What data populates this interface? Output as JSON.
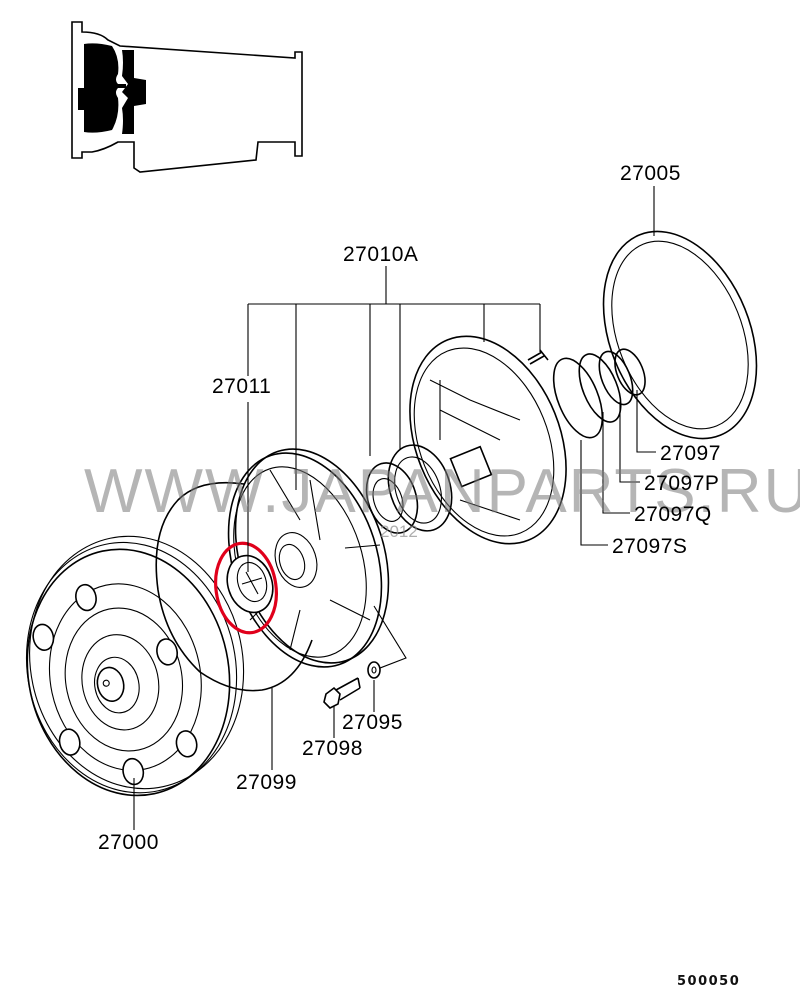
{
  "diagram": {
    "title_ref_code": "500050",
    "watermark": "WWW.JAPANPARTS.RU",
    "watermark_year": "2012",
    "highlight_color": "#e0001b",
    "highlighted_part": "27011",
    "parts": [
      {
        "id": "27000",
        "name": "torque-converter"
      },
      {
        "id": "27005",
        "name": "gasket"
      },
      {
        "id": "27010A",
        "name": "oil-pump-assembly"
      },
      {
        "id": "27011",
        "name": "oil-seal"
      },
      {
        "id": "27095",
        "name": "washer"
      },
      {
        "id": "27097",
        "name": "seal-ring"
      },
      {
        "id": "27097P",
        "name": "seal-ring-p"
      },
      {
        "id": "27097Q",
        "name": "seal-ring-q"
      },
      {
        "id": "27097S",
        "name": "seal-ring-s"
      },
      {
        "id": "27098",
        "name": "bolt"
      },
      {
        "id": "27099",
        "name": "o-ring"
      }
    ]
  },
  "labels": {
    "p27005": "27005",
    "p27010A": "27010A",
    "p27011": "27011",
    "p27097": "27097",
    "p27097P": "27097P",
    "p27097Q": "27097Q",
    "p27097S": "27097S",
    "p27095": "27095",
    "p27098": "27098",
    "p27099": "27099",
    "p27000": "27000"
  }
}
